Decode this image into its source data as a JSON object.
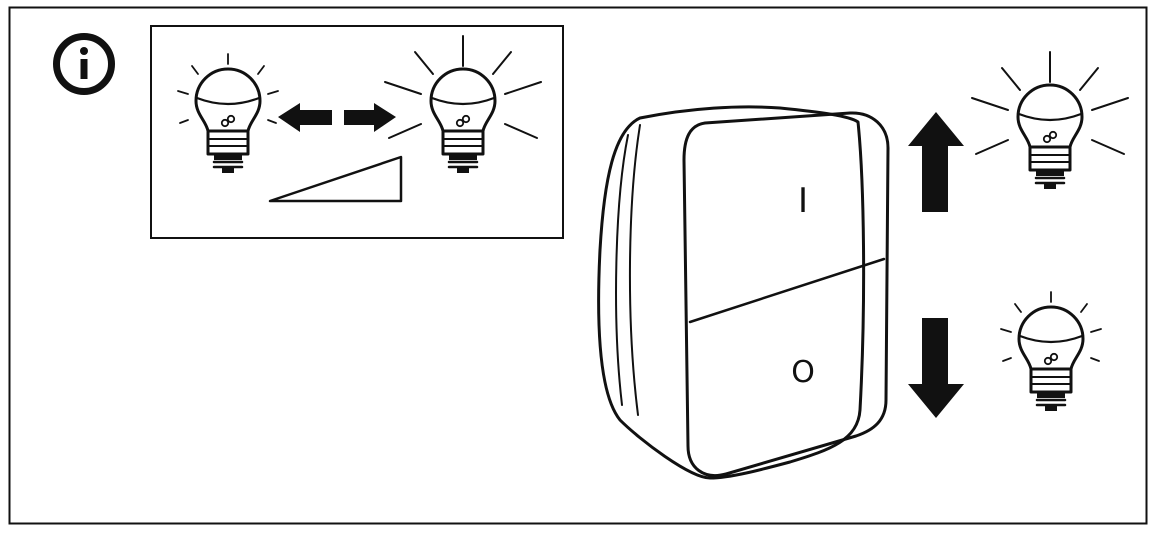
{
  "info_symbol": "i",
  "remote": {
    "on_label": "I",
    "off_label": "O"
  },
  "icons": {
    "info": "info-circle-icon",
    "bulb": "light-bulb-icon",
    "link": "link-chain-icon",
    "arrow_left": "arrow-left-icon",
    "arrow_right": "arrow-right-icon",
    "arrow_up": "arrow-up-icon",
    "arrow_down": "arrow-down-icon",
    "ramp": "brightness-ramp-icon"
  },
  "colors": {
    "ink": "#111111",
    "paper": "#ffffff"
  }
}
